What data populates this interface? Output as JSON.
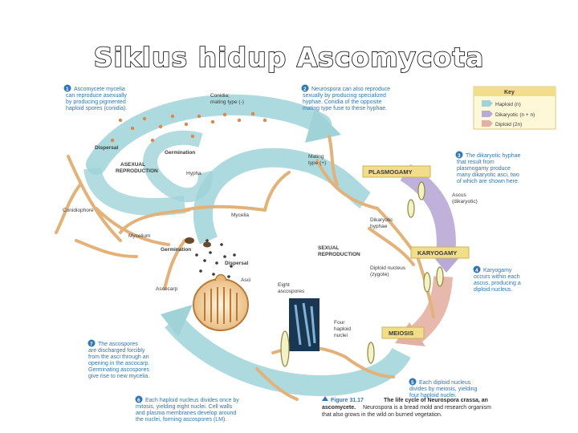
{
  "title": "Siklus hidup Ascomycota",
  "key": {
    "heading": "Key",
    "items": [
      {
        "label": "Haploid (n)",
        "color": "#9fd3d8"
      },
      {
        "label": "Dikaryotic (n + n)",
        "color": "#b8a9d6"
      },
      {
        "label": "Diploid (2n)",
        "color": "#e3b1a3"
      }
    ]
  },
  "steps": {
    "s1": {
      "num": "1",
      "lines": [
        "Ascomycete mycelia",
        "can reproduce asexually",
        "by producing pigmented",
        "haploid spores (conidia)."
      ]
    },
    "s2": {
      "num": "2",
      "lines": [
        "Neurospora can also reproduce",
        "sexually by producing specialized",
        "hyphae. Conidia of the opposite",
        "mating type fuse to these hyphae."
      ]
    },
    "s3": {
      "num": "3",
      "lines": [
        "The dikaryotic hyphae",
        "that result from",
        "plasmogamy produce",
        "many dikaryotic asci, two",
        "of which are shown here."
      ]
    },
    "s4": {
      "num": "4",
      "lines": [
        "Karyogamy",
        "occurs within each",
        "ascus, producing a",
        "diploid nucleus."
      ]
    },
    "s5": {
      "num": "5",
      "lines": [
        "Each diploid nucleus",
        "divides by meiosis, yielding",
        "four haploid nuclei."
      ]
    },
    "s6": {
      "num": "6",
      "lines": [
        "Each haploid nucleus divides once by",
        "mitosis, yielding eight nuclei. Cell walls",
        "and plasma membranes develop around",
        "the nuclei, forming ascospores (LM)."
      ]
    },
    "s7": {
      "num": "7",
      "lines": [
        "The ascospores",
        "are discharged forcibly",
        "from the asci through an",
        "opening in the ascocarp.",
        "Germinating ascospores",
        "give rise to new mycelia."
      ]
    }
  },
  "labels": {
    "conidia": [
      "Conidia;",
      "mating type (-)"
    ],
    "mating": [
      "Mating",
      "type (+)"
    ],
    "dispersal_top": "Dispersal",
    "germination_top": "Germination",
    "asexual": [
      "ASEXUAL",
      "REPRODUCTION"
    ],
    "hypha": "Hypha",
    "conidiophore": "Conidiophore",
    "mycelium": "Mycelium",
    "mycelia": "Mycelia",
    "germination_mid": "Germination",
    "dispersal_mid": "Dispersal",
    "asci": "Asci",
    "ascocarp": "Ascocarp",
    "eight": [
      "Eight",
      "ascospores"
    ],
    "four": [
      "Four",
      "haploid",
      "nuclei"
    ],
    "sexual": [
      "SEXUAL",
      "REPRODUCTION"
    ],
    "ascus": [
      "Ascus",
      "(dikaryotic)"
    ],
    "dikaryotic": [
      "Dikaryotic",
      "hyphae"
    ],
    "diploid": [
      "Diploid nucleus",
      "(zygote)"
    ],
    "plasmogamy": "PLASMOGAMY",
    "karyogamy": "KARYOGAMY",
    "meiosis": "MEIOSIS"
  },
  "caption": {
    "fig": "Figure 31.17",
    "title": "The life cycle of Neurospora crassa, an",
    "title2": "ascomycete.",
    "body1": "Neurospora is a bread mold and research organism",
    "body2": "that also grows in the wild on burned vegetation."
  }
}
